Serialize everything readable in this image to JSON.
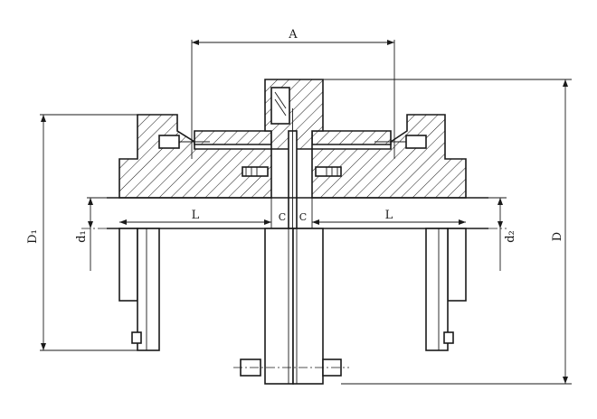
{
  "labels": {
    "A": "A",
    "L_left": "L",
    "L_right": "L",
    "C_left": "C",
    "C_right": "C",
    "D1": "D₁",
    "d1": "d₁",
    "d2": "d₂",
    "D": "D"
  }
}
